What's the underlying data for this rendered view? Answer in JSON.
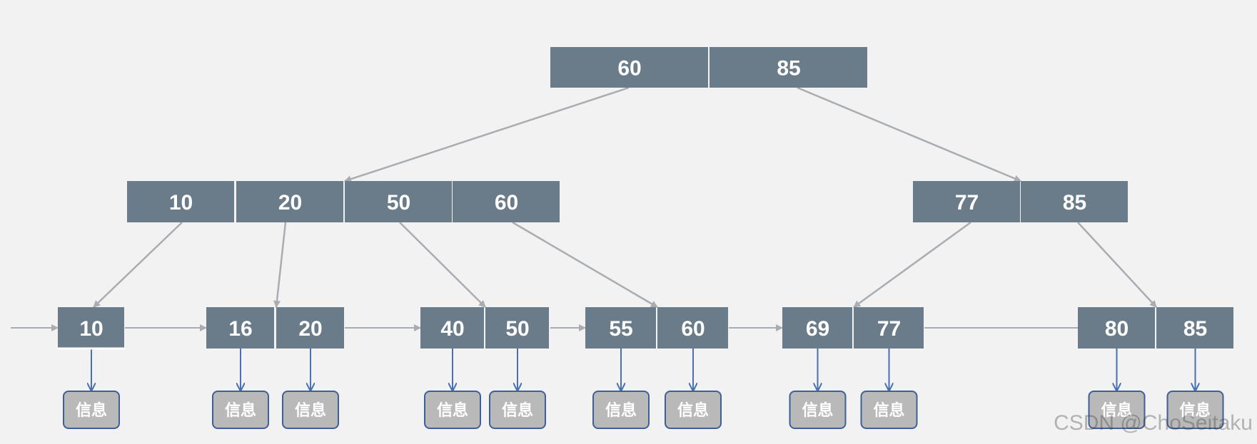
{
  "title": "",
  "colors": {
    "node_fill": "#6a7c89",
    "edge": "#a9adb1",
    "pointer": "#4a6fb3",
    "info_fill": "#b9b9b9",
    "info_border": "#3f5f98"
  },
  "root": {
    "keys": [
      "60",
      "85"
    ]
  },
  "internal": [
    {
      "keys": [
        "10",
        "20",
        "50",
        "60"
      ]
    },
    {
      "keys": [
        "77",
        "85"
      ]
    }
  ],
  "leaves": [
    {
      "keys": [
        "10"
      ]
    },
    {
      "keys": [
        "16",
        "20"
      ]
    },
    {
      "keys": [
        "40",
        "50"
      ]
    },
    {
      "keys": [
        "55",
        "60"
      ]
    },
    {
      "keys": [
        "69",
        "77"
      ]
    },
    {
      "keys": [
        "80",
        "85"
      ]
    }
  ],
  "info_label": "信息",
  "watermark": "CSDN @ChoSeitaku"
}
